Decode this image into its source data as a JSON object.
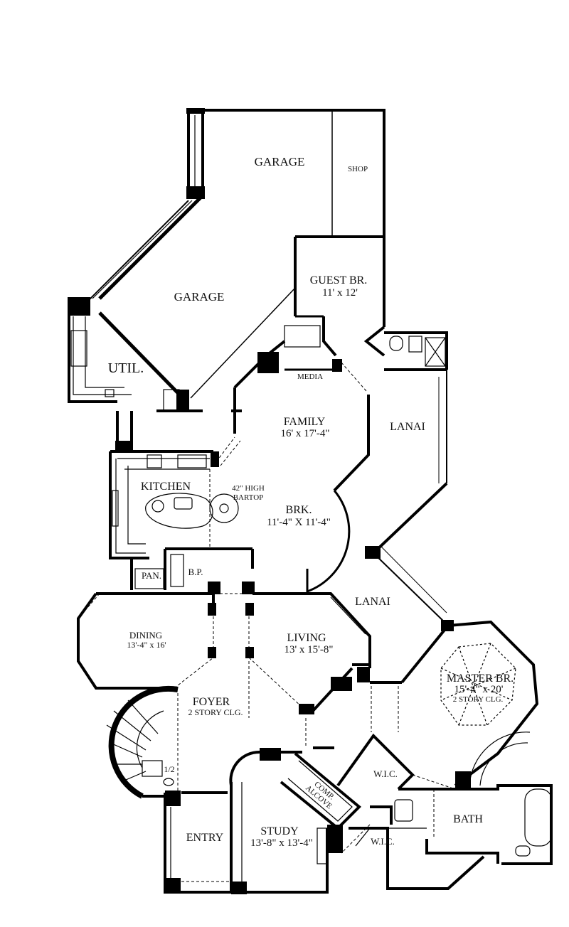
{
  "rooms": {
    "garage_top": {
      "name": "GARAGE"
    },
    "shop": {
      "name": "SHOP"
    },
    "guest_br": {
      "name": "GUEST BR.",
      "size": "11' x 12'"
    },
    "garage_main": {
      "name": "GARAGE"
    },
    "util": {
      "name": "UTIL."
    },
    "media": {
      "name": "MEDIA"
    },
    "family": {
      "name": "FAMILY",
      "size": "16' x 17'-4\""
    },
    "lanai_upper": {
      "name": "LANAI"
    },
    "kitchen": {
      "name": "KITCHEN"
    },
    "bartop": {
      "line1": "42\" HIGH",
      "line2": "BARTOP"
    },
    "brk": {
      "name": "BRK.",
      "size": "11'-4\" X 11'-4\""
    },
    "pan": {
      "name": "PAN."
    },
    "bp": {
      "name": "B.P."
    },
    "lanai_lower": {
      "name": "LANAI"
    },
    "dining": {
      "name": "DINING",
      "size": "13'-4\" x 16'"
    },
    "living": {
      "name": "LIVING",
      "size": "13' x 15'-8\""
    },
    "master_br": {
      "name": "MASTER BR.",
      "size": "15'-4\" x 20'",
      "note": "2 STORY CLG."
    },
    "foyer": {
      "name": "FOYER",
      "note": "2 STORY CLG."
    },
    "half_bath": {
      "name": "1/2"
    },
    "wic_upper": {
      "name": "W.I.C."
    },
    "comp_alcove": {
      "line1": "COMP.",
      "line2": "ALCOVE"
    },
    "bath": {
      "name": "BATH"
    },
    "entry": {
      "name": "ENTRY"
    },
    "study": {
      "name": "STUDY",
      "size": "13'-8\" x 13'-4\""
    },
    "wic_lower": {
      "name": "W.I.C."
    }
  }
}
